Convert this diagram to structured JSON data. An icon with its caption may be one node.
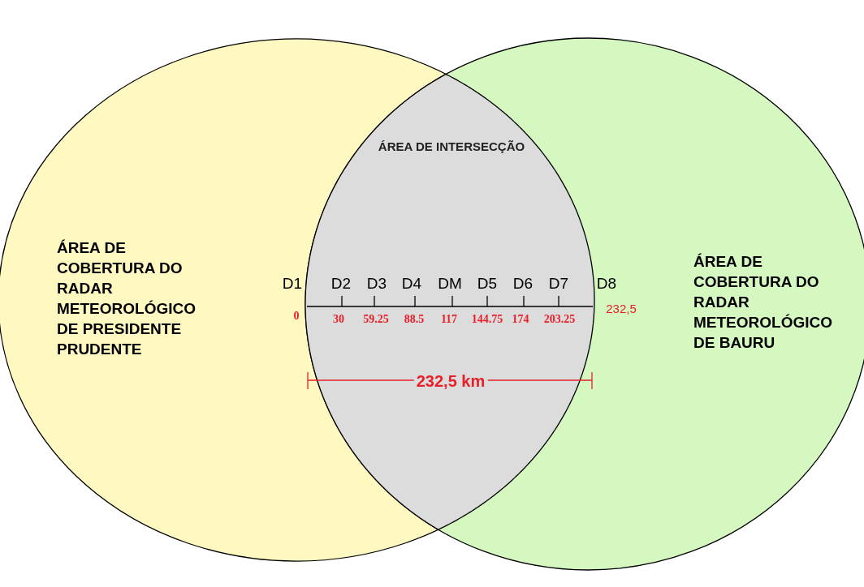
{
  "diagram": {
    "nodes": [
      {
        "text": [
          "ÁREA DE COBERTURA DO RADAR METEOROLÓGICO DE PRESIDENTE PRUDENTE"
        ]
      },
      {
        "text": [
          "ÁREA DE COBERTURA DO RADAR METEOROLÓGICO DE BAURU"
        ]
      },
      {
        "text": [
          "ÁREA DE INTERSECÇÃO"
        ]
      }
    ],
    "edges": [],
    "labels": [
      "D1",
      "D2",
      "D3",
      "D4",
      "DM",
      "D5",
      "D6",
      "D7",
      "D8",
      "0",
      "30",
      "59.25",
      "88.5",
      "117",
      "144.75",
      "174",
      "203.25",
      "232,5",
      "232,5 km"
    ]
  }
}
